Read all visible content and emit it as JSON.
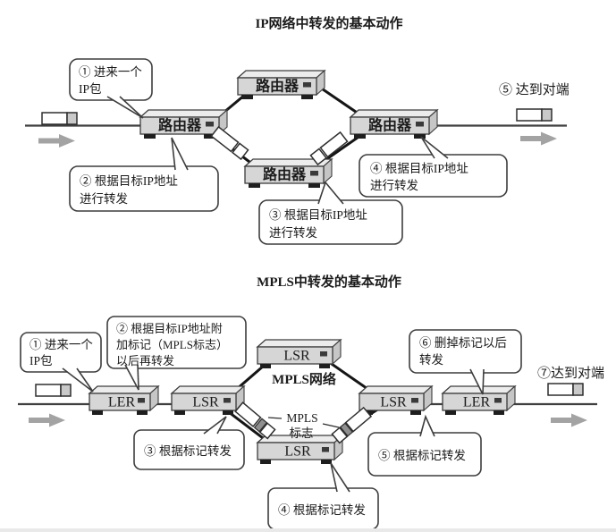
{
  "ip": {
    "title": "IP网络中转发的基本动作",
    "router_label": "路由器",
    "callout1": {
      "line1": "① 进来一个",
      "line2": "IP包"
    },
    "callout2": {
      "line1": "② 根据目标IP地址",
      "line2": "进行转发"
    },
    "callout3": {
      "line1": "③ 根据目标IP地址",
      "line2": "进行转发"
    },
    "callout4": {
      "line1": "④ 根据目标IP地址",
      "line2": "进行转发"
    },
    "arrive": "⑤ 达到对端"
  },
  "mpls": {
    "title": "MPLS中转发的基本动作",
    "ler_label": "LER",
    "lsr_label": "LSR",
    "network_label": "MPLS网络",
    "tag_label": {
      "line1": "MPLS",
      "line2": "标志"
    },
    "callout1": {
      "line1": "① 进来一个",
      "line2": "IP包"
    },
    "callout2": {
      "line1": "② 根据目标IP地址附",
      "line2": "加标记（MPLS标志）",
      "line3": "以后再转发"
    },
    "callout3": "③ 根据标记转发",
    "callout4": "④ 根据标记转发",
    "callout5": "⑤ 根据标记转发",
    "callout6": {
      "line1": "⑥ 删掉标记以后",
      "line2": "转发"
    },
    "arrive": "⑦达到对端"
  },
  "colors": {
    "background": "#ffffff",
    "device_front": "#d6d6d6",
    "device_top": "#ececec",
    "outline": "#3d3d3d",
    "link_line": "#151515",
    "text": "#1b1b1b",
    "flow_arrow": "#a3a3a3",
    "packet_tail_segment": "#c9c9c9",
    "mpls_label_band": "#8f8f8f"
  }
}
